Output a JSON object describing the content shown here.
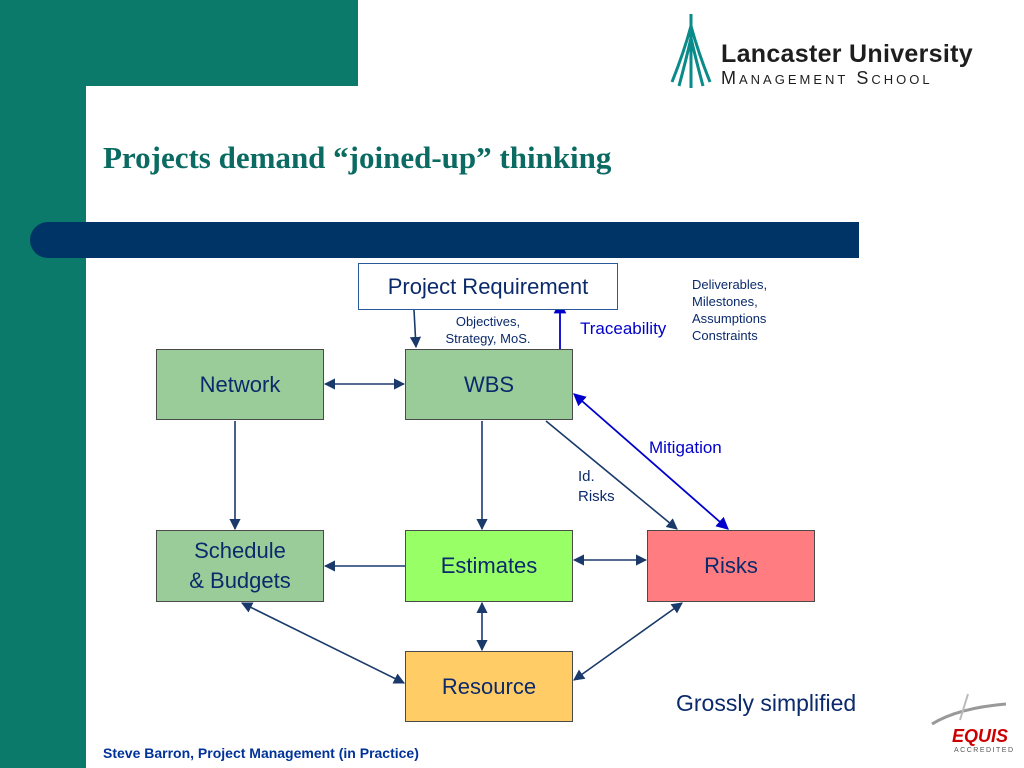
{
  "header": {
    "title": "Projects demand “joined-up” thinking",
    "logo_line1": "Lancaster University",
    "logo_line2": "Management School"
  },
  "nodes": {
    "requirement": "Project Requirement",
    "network": "Network",
    "wbs": "WBS",
    "schedule_line1": "Schedule",
    "schedule_line2": "& Budgets",
    "estimates": "Estimates",
    "risks": "Risks",
    "resource": "Resource"
  },
  "annotations": {
    "objectives_line1": "Objectives,",
    "objectives_line2": "Strategy, MoS.",
    "traceability": "Traceability",
    "deliverables": [
      "Deliverables,",
      "Milestones,",
      "Assumptions",
      "Constraints"
    ],
    "mitigation": "Mitigation",
    "id_line1": "Id.",
    "id_line2": "Risks"
  },
  "footer": {
    "caption": "Steve Barron, Project Management (in Practice)",
    "note": "Grossly simplified",
    "accreditation": "EQUIS",
    "accreditation_sub": "ACCREDITED"
  },
  "colors": {
    "teal": "#0b7a6b",
    "navy": "#003366",
    "arrow_dark": "#1a3a6b",
    "arrow_blue": "#0000cc"
  }
}
